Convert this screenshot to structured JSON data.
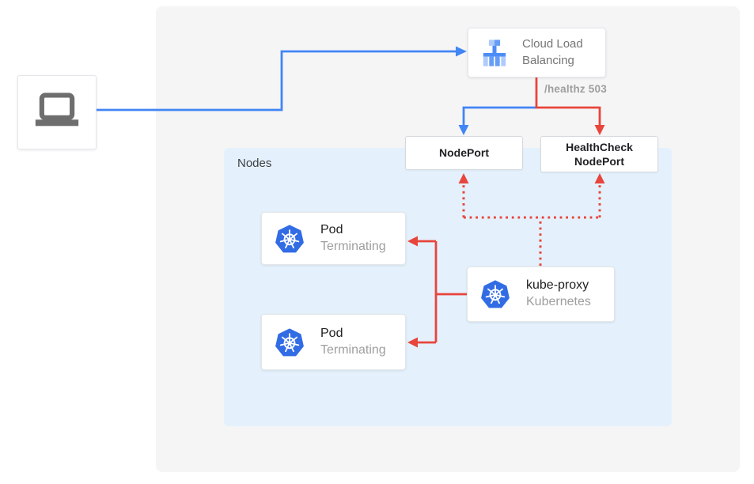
{
  "diagram": {
    "nodes_panel": {
      "label": "Nodes"
    },
    "cloud_load_balancing": {
      "title": "Cloud Load Balancing"
    },
    "health_annotation": "/healthz 503",
    "nodeport": {
      "label": "NodePort"
    },
    "healthcheck_nodeport": {
      "label": "HealthCheck NodePort"
    },
    "pods": [
      {
        "title": "Pod",
        "status": "Terminating"
      },
      {
        "title": "Pod",
        "status": "Terminating"
      }
    ],
    "kube_proxy": {
      "title": "kube-proxy",
      "subtitle": "Kubernetes"
    },
    "icons": {
      "client": "laptop-icon",
      "load_balancer": "cloud-load-balancing-icon",
      "workload": "kubernetes-icon"
    },
    "colors": {
      "traffic_blue": "#4285f4",
      "health_red": "#e8453c",
      "outer_panel_gray": "#f5f5f6",
      "nodes_panel_blue": "#e4f1fc",
      "kubernetes_blue": "#326ce5",
      "clb_icon_blue": "#669df6",
      "clb_icon_light_blue": "#aecbfa",
      "laptop_gray": "#6e6e6e",
      "muted_text_gray": "#9e9e9e"
    }
  }
}
